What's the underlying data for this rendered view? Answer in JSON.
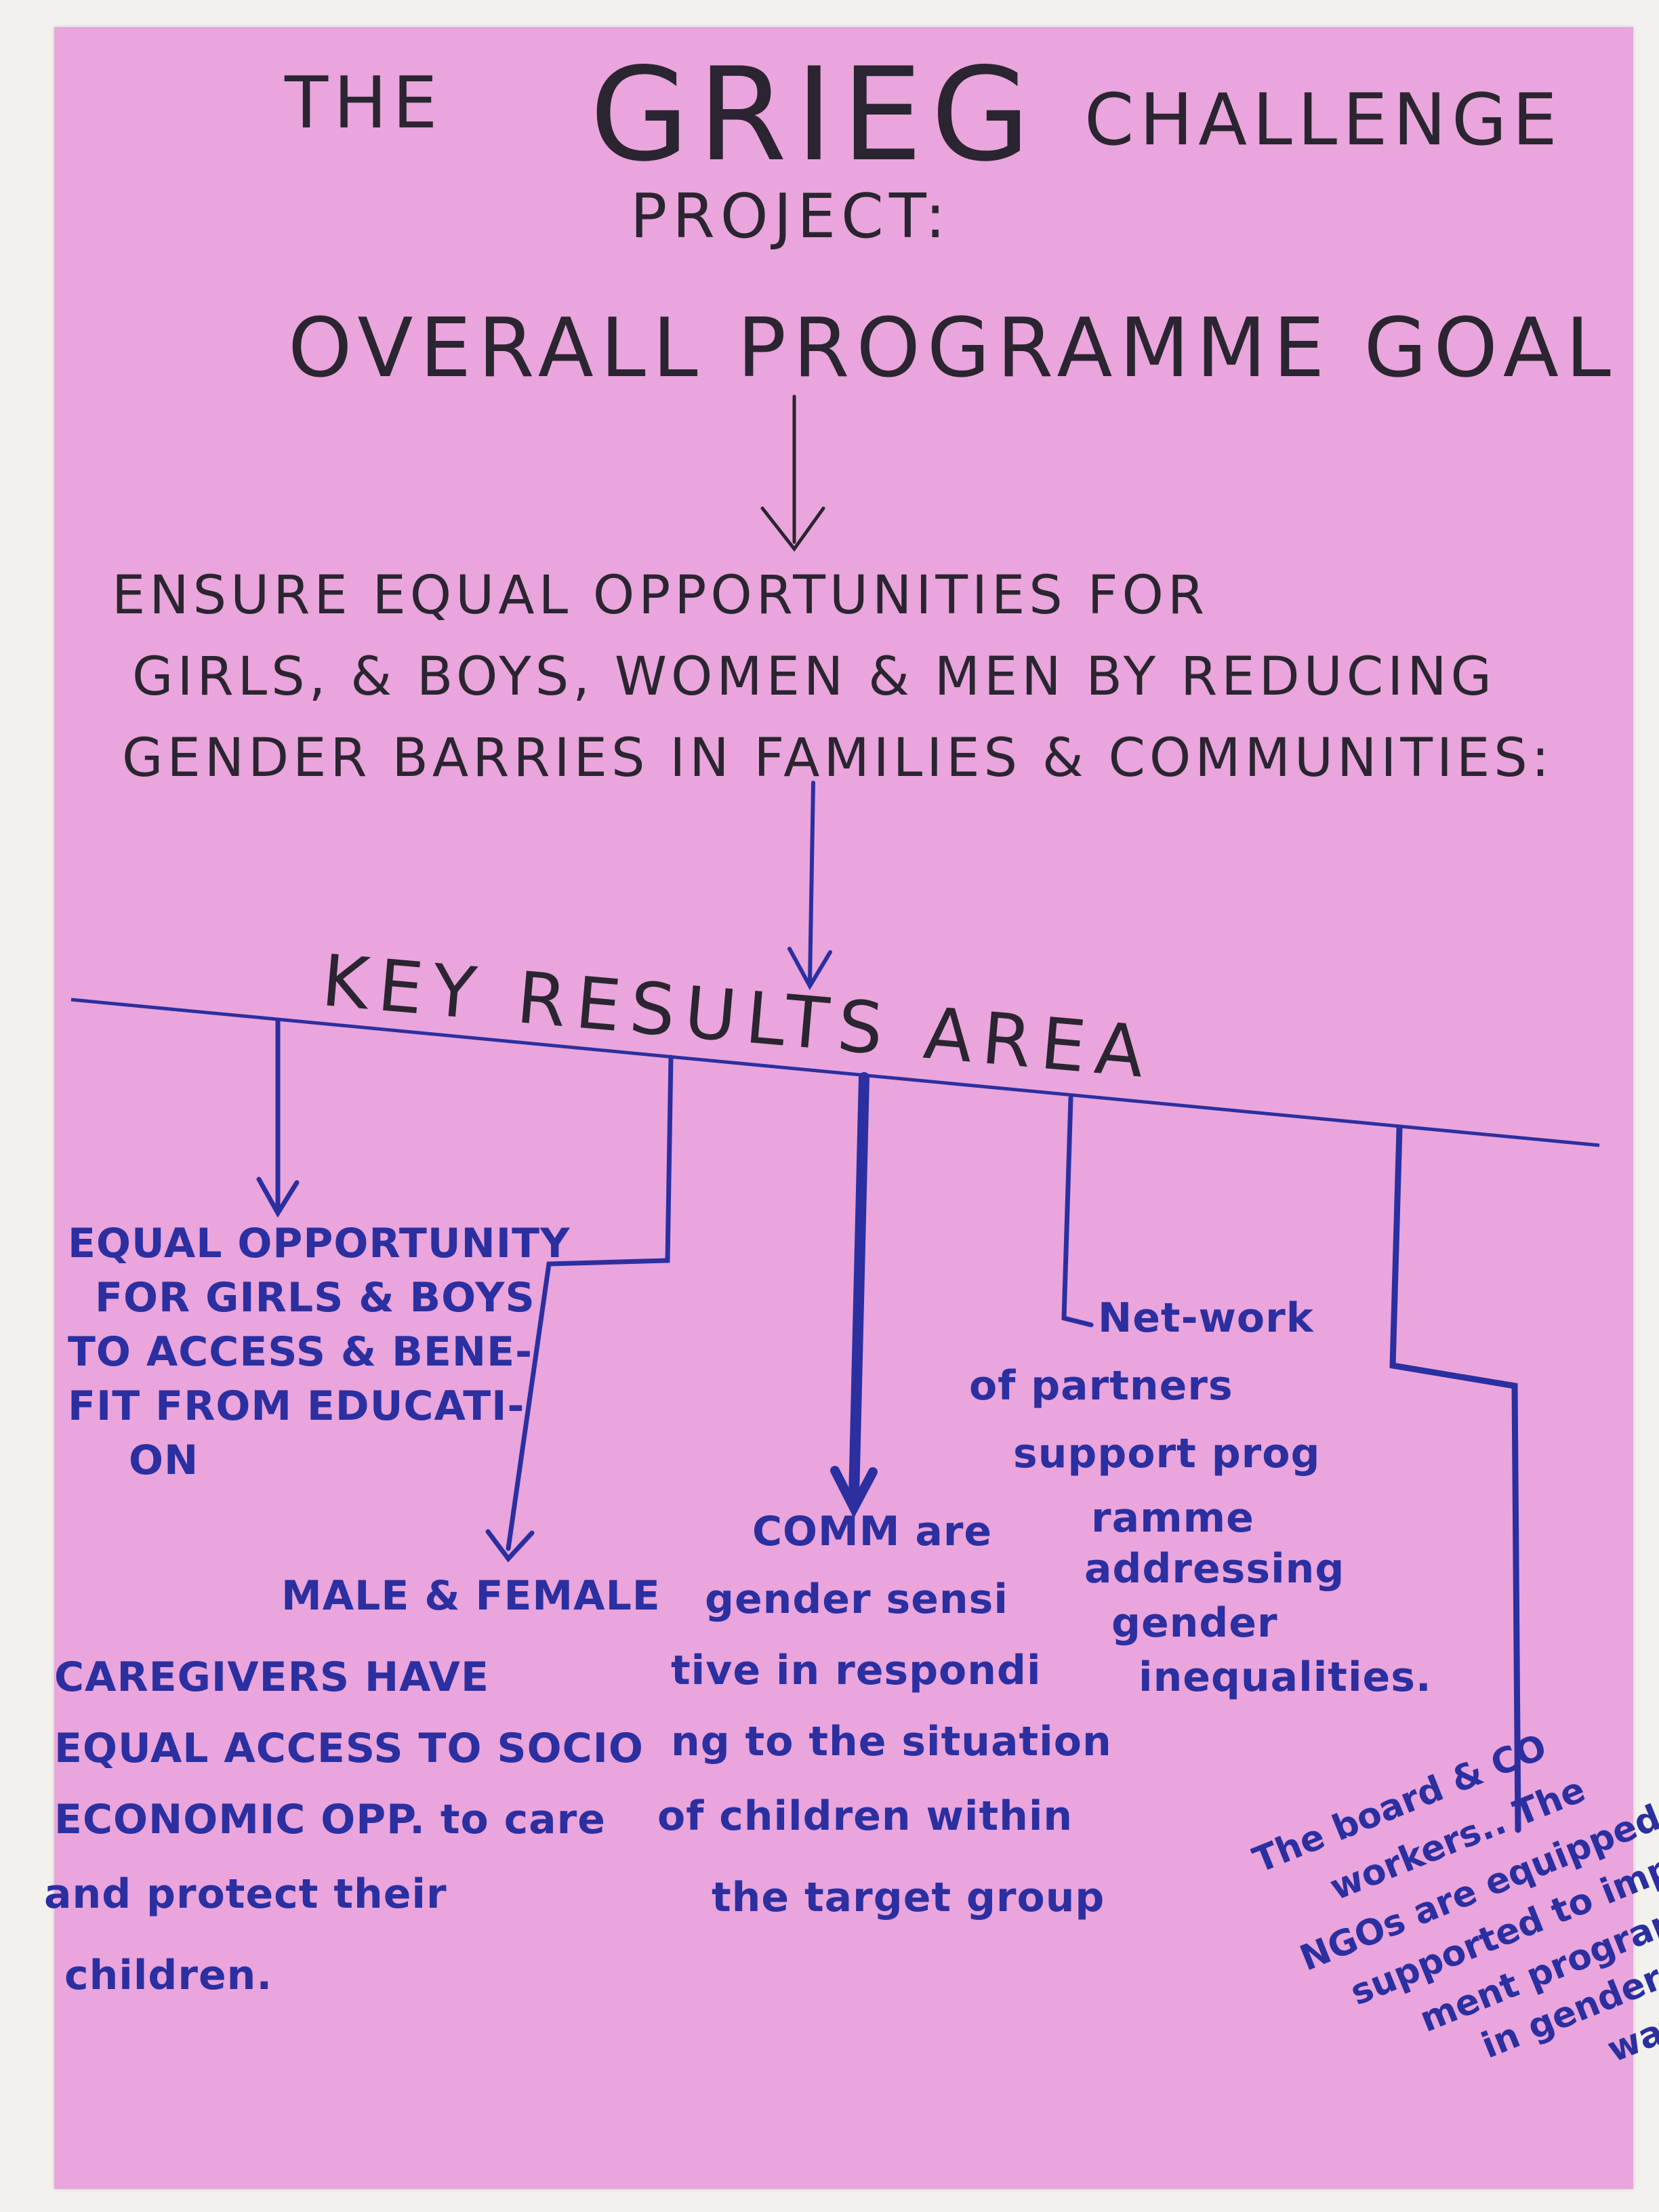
{
  "title": {
    "line1_left": "THE",
    "line1_center": "GRIEG",
    "line1_right": "CHALLENGE",
    "line2": "PROJECT:"
  },
  "goal": {
    "heading": "OVERALL PROGRAMME GOAL",
    "lines": [
      "ENSURE EQUAL OPPORTUNITIES FOR",
      "GIRLS, & BOYS, WOMEN & MEN BY REDUCING",
      "GENDER BARRIES IN FAMILIES & COMMUNITIES:"
    ]
  },
  "key_results_heading": "KEY RESULTS AREA",
  "results": [
    {
      "lines": [
        "EQUAL OPPORTUNITY",
        "FOR GIRLS & BOYS",
        "TO ACCESS & BENE-",
        "FIT FROM EDUCATI-",
        "ON"
      ]
    },
    {
      "lines": [
        "MALE & FEMALE",
        "CAREGIVERS HAVE",
        "EQUAL ACCESS TO SOCIO",
        "ECONOMIC OPP. to care",
        "and protect their",
        "children."
      ]
    },
    {
      "lines": [
        "COMM are",
        "gender sensi",
        "tive in respondi",
        "ng to the situation",
        "of children within",
        "the target group"
      ]
    },
    {
      "lines": [
        "Net-work",
        "of partners",
        "support prog",
        "ramme",
        "addressing",
        "gender",
        "inequalities."
      ]
    },
    {
      "lines": [
        "The board & CO",
        "workers.. The",
        "NGOs are equipped &",
        "supported to imple-",
        "ment programmes",
        "in gender sensitive",
        "way"
      ]
    }
  ],
  "colors": {
    "paper": "#e9a5dc",
    "black_pen": "#2a2530",
    "blue_pen": "#2b2fa0"
  }
}
